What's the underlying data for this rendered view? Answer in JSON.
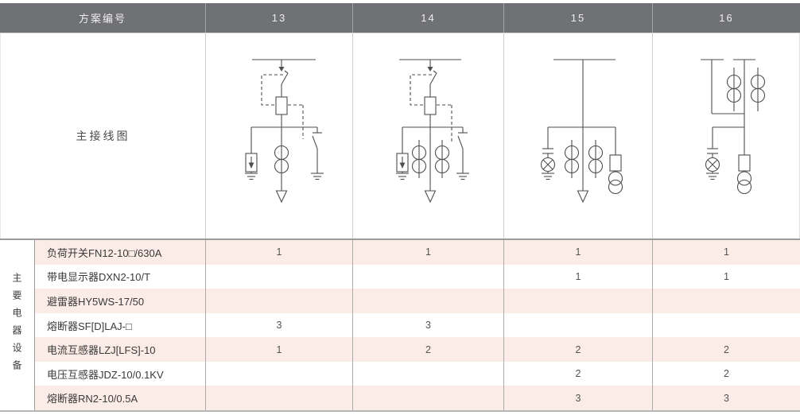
{
  "table": {
    "header": {
      "label": "方案编号",
      "schemes": [
        "13",
        "14",
        "15",
        "16"
      ]
    },
    "diagram_row": {
      "label": "主接线图"
    },
    "equipment": {
      "group_label": "主要电器设备",
      "rows": [
        {
          "name": "负荷开关FN12-10□/630A",
          "values": [
            "1",
            "1",
            "1",
            "1"
          ]
        },
        {
          "name": "带电显示器DXN2-10/T",
          "values": [
            "",
            "",
            "1",
            "1"
          ]
        },
        {
          "name": "避雷器HY5WS-17/50",
          "values": [
            "",
            "",
            "",
            ""
          ]
        },
        {
          "name": "熔断器SF[D]LAJ-□",
          "values": [
            "3",
            "3",
            "",
            ""
          ]
        },
        {
          "name": "电流互感器LZJ[LFS]-10",
          "values": [
            "1",
            "2",
            "2",
            "2"
          ]
        },
        {
          "name": "电压互感器JDZ-10/0.1KV",
          "values": [
            "",
            "",
            "2",
            "2"
          ]
        },
        {
          "name": "熔断器RN2-10/0.5A",
          "values": [
            "",
            "",
            "3",
            "3"
          ]
        }
      ]
    },
    "colors": {
      "header_bg": "#6f7174",
      "header_text": "#f0efee",
      "row_highlight": "#fcece7",
      "grid_line": "#ababab",
      "diagram_stroke": "#4e4e4e"
    }
  }
}
